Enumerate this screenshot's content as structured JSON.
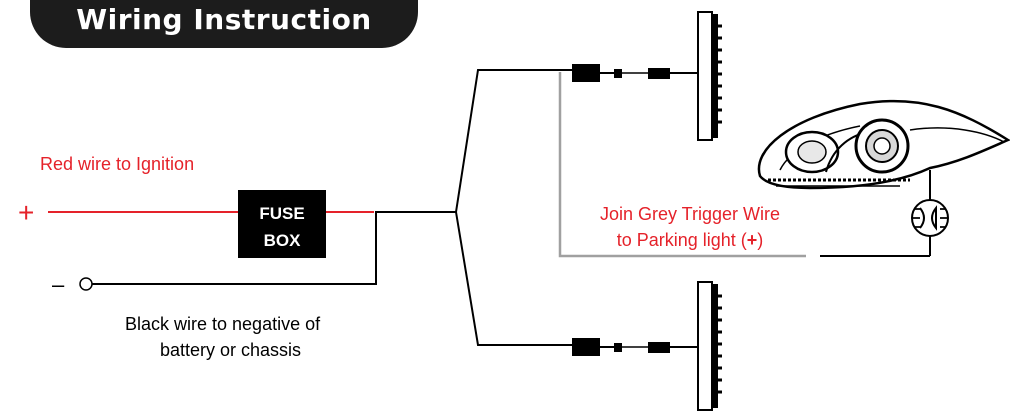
{
  "title": "Wiring Instruction",
  "labels": {
    "red_wire": "Red wire to Ignition",
    "plus": "+",
    "minus": "–",
    "fuse_line1": "FUSE",
    "fuse_line2": "BOX",
    "black_wire_line1": "Black wire to negative of",
    "black_wire_line2": "battery or chassis",
    "grey_wire_line1": "Join Grey Trigger Wire",
    "grey_wire_line2_pre": "to Parking light (",
    "grey_wire_plus": "+",
    "grey_wire_line2_post": ")"
  },
  "colors": {
    "red": "#e5222a",
    "black": "#000000",
    "grey": "#a0a0a0",
    "title_bg": "#1c1c1c"
  },
  "icons": [
    "headlight-icon",
    "parking-light-symbol-icon",
    "led-module-icon",
    "connector-icon"
  ]
}
